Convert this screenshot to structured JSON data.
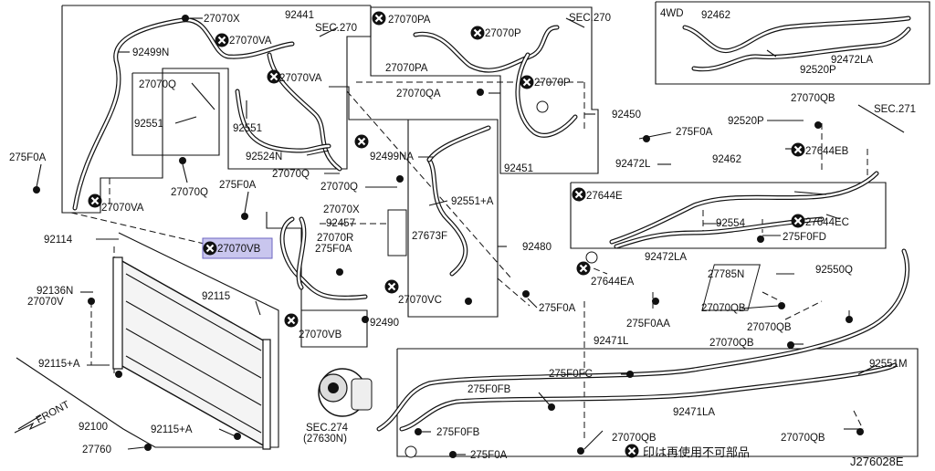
{
  "labels": {
    "p27070X_top": "27070X",
    "p92441": "92441",
    "sec270_a": "SEC.270",
    "p27070PA": "27070PA",
    "sec270_b": "SEC.270",
    "p4wd": "4WD",
    "p92462_4wd": "92462",
    "p92499N": "92499N",
    "p27070VA_top": "27070VA",
    "p27070P_a": "27070P",
    "p27070PA_b": "27070PA",
    "p92472LA_4wd": "92472LA",
    "p92520P_4wd": "92520P",
    "p27070Q_a": "27070Q",
    "p27070VA_mid": "27070VA",
    "p27070P_b": "27070P",
    "p27070QA": "27070QA",
    "p92551_a": "92551",
    "p92551_b": "92551",
    "p92450": "92450",
    "p27070QB_a": "27070QB",
    "p92520P": "92520P",
    "sec271": "SEC.271",
    "p275F0A_a": "275F0A",
    "p92524N": "92524N",
    "p92499NA": "92499NA",
    "p92451": "92451",
    "p92472L": "92472L",
    "p92462": "92462",
    "p27644EB": "27644EB",
    "p275F0A_left": "275F0A",
    "p27070Q_b": "27070Q",
    "p27070Q_c": "27070Q",
    "p275F0A_b": "275F0A",
    "p27070Q_d": "27070Q",
    "p27070VA_left": "27070VA",
    "p92551A": "92551+A",
    "p27644E": "27644E",
    "p27070X_b": "27070X",
    "p92457": "92457",
    "p27644EC": "27644EC",
    "p92554": "92554",
    "p92114": "92114",
    "p27070VB_hl": "27070VB",
    "p27673F": "27673F",
    "p27070R": "27070R",
    "p275F0A_c": "275F0A",
    "p275F0FD": "275F0FD",
    "p92480": "92480",
    "p92472LA": "92472LA",
    "p27644EA": "27644EA",
    "p92550Q": "92550Q",
    "p27785N": "27785N",
    "p92136N": "92136N",
    "p27070V": "27070V",
    "p92115": "92115",
    "p27070VC": "27070VC",
    "p275F0A_d": "275F0A",
    "p27070QB_b": "27070QB",
    "p92490": "92490",
    "p275F0AA": "275F0AA",
    "p27070QB_c": "27070QB",
    "p27070VB": "27070VB",
    "p27070QB_d": "27070QB",
    "p92471L": "92471L",
    "p92115A_a": "92115+A",
    "p275F0FC": "275F0FC",
    "p92551M": "92551M",
    "p275F0FB_a": "275F0FB",
    "p92471LA": "92471LA",
    "front": "FRONT",
    "p92100": "92100",
    "p92115A_b": "92115+A",
    "sec274": "SEC.274",
    "sec274_sub": "(27630N)",
    "p275F0FB_b": "275F0FB",
    "p27070QB_e": "27070QB",
    "p27070QB_f": "27070QB",
    "p27760": "27760",
    "p275F0A_e": "275F0A",
    "note": "印は再使用不可部品",
    "ref": "J276028E"
  }
}
